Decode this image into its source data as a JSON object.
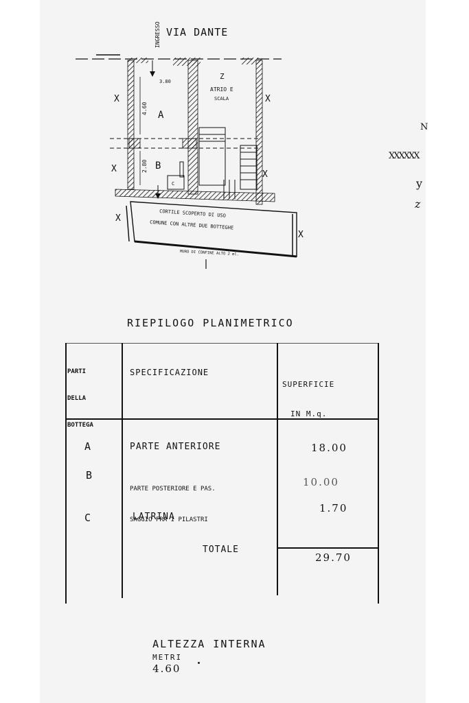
{
  "plan": {
    "street": "VIA DANTE",
    "entrance": "INGRESSO",
    "room_a": "A",
    "room_b": "B",
    "room_c": "C",
    "room_z": "Z",
    "atrium": "ATRIO E",
    "stairs": "SCALA",
    "dim_1": "3.80",
    "dim_2": "4.60",
    "dim_3": "2.80",
    "courtyard_line1": "CORTILE SCOPERTO DI USO",
    "courtyard_line2": "COMUNE CON ALTRE DUE BOTTEGHE",
    "boundary_wall": "MURO DI CONFINE ALTO 2 ml.",
    "x_mark": "X"
  },
  "legend": {
    "letter": "N",
    "x_line": "XXXXXX",
    "y": "y",
    "z": "z"
  },
  "summary": {
    "title": "RIEPILOGO PLANIMETRICO",
    "headers": {
      "parts": [
        "PARTI",
        "DELLA",
        "BOTTEGA"
      ],
      "spec": "SPECIFICAZIONE",
      "area": [
        "SUPERFICIE",
        "IN M.q."
      ]
    },
    "rows": [
      {
        "part": "A",
        "spec": [
          "PARTE ANTERIORE"
        ],
        "area": "18.00"
      },
      {
        "part": "B",
        "spec": [
          "PARTE POSTERIORE E PAS.",
          "SAGGIO FRA I PILASTRI"
        ],
        "area": "10.00"
      },
      {
        "part": "C",
        "spec": [
          "LATRINA"
        ],
        "area": "1.70"
      }
    ],
    "total_label": "TOTALE",
    "total_value": "29.70"
  },
  "footer": {
    "label": "ALTEZZA INTERNA",
    "unit": "METRI",
    "value": "4.60"
  }
}
